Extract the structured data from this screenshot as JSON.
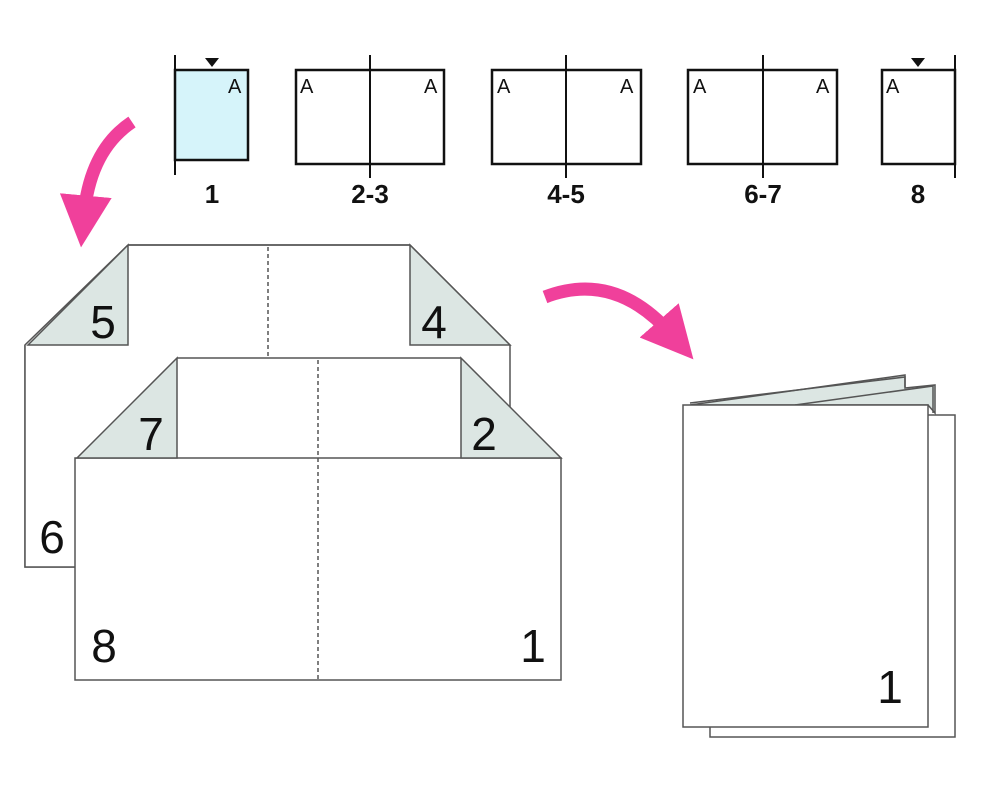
{
  "colors": {
    "arrow": "#f0409b",
    "cover_fill": "#d6f4fa",
    "fold_fill": "#dce6e3",
    "line": "#111111"
  },
  "page_strip": [
    {
      "label": "1",
      "marks": [
        "A"
      ]
    },
    {
      "label": "2-3",
      "marks": [
        "A",
        "A"
      ]
    },
    {
      "label": "4-5",
      "marks": [
        "A",
        "A"
      ]
    },
    {
      "label": "6-7",
      "marks": [
        "A",
        "A"
      ]
    },
    {
      "label": "8",
      "marks": [
        "A"
      ]
    }
  ],
  "sheets": {
    "back": {
      "corner_left": "5",
      "corner_right": "4",
      "edge_left": "6"
    },
    "front": {
      "corner_left": "7",
      "corner_right": "2",
      "bottom_left": "8",
      "bottom_right": "1"
    }
  },
  "booklet": {
    "page_number": "1"
  }
}
